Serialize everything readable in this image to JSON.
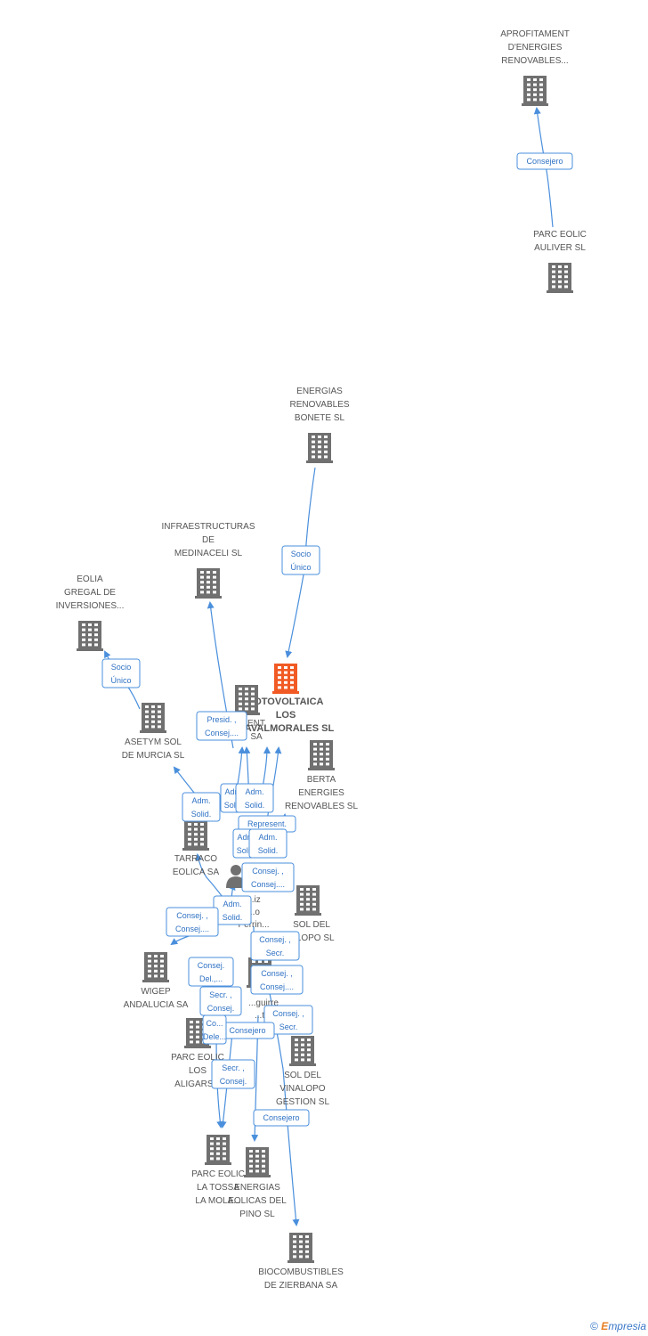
{
  "colors": {
    "building": "#707070",
    "focus": "#f15a24",
    "edge": "#4a8fdc",
    "relation_text": "#2f72c4",
    "label": "#555555"
  },
  "nodes": [
    {
      "id": "aprofitament",
      "kind": "company",
      "lines": [
        "APROFITAMENT",
        "D'ENERGIES",
        "RENOVABLES..."
      ]
    },
    {
      "id": "parc_auliver",
      "kind": "company",
      "lines": [
        "PARC EOLIC",
        "AULIVER SL"
      ]
    },
    {
      "id": "bonete",
      "kind": "company",
      "lines": [
        "ENERGIAS",
        "RENOVABLES",
        "BONETE  SL"
      ]
    },
    {
      "id": "medinaceli",
      "kind": "company",
      "lines": [
        "INFRAESTRUCTURAS",
        "DE",
        "MEDINACELI SL"
      ]
    },
    {
      "id": "eolia",
      "kind": "company",
      "lines": [
        "EOLIA",
        "GREGAL DE",
        "INVERSIONES..."
      ]
    },
    {
      "id": "fotovoltaica",
      "kind": "focus",
      "lines": [
        "FOTOVOLTAICA",
        "LOS",
        "NAVALMORALES SL"
      ]
    },
    {
      "id": "hidden_a",
      "kind": "company",
      "lines": [
        "ENT",
        "SA"
      ]
    },
    {
      "id": "asetym",
      "kind": "company",
      "lines": [
        "ASETYM SOL",
        "DE MURCIA SL"
      ]
    },
    {
      "id": "berta",
      "kind": "company",
      "lines": [
        "BERTA",
        "ENERGIES",
        "RENOVABLES SL"
      ]
    },
    {
      "id": "tarraco",
      "kind": "company",
      "lines": [
        "TARRACO",
        "EOLICA SA"
      ]
    },
    {
      "id": "person",
      "kind": "person",
      "lines": [
        "...iz",
        "...o",
        "Perrin..."
      ]
    },
    {
      "id": "sol_vinalopo",
      "kind": "company",
      "lines": [
        "SOL DEL",
        "...LOPO SL"
      ]
    },
    {
      "id": "wigep",
      "kind": "company",
      "lines": [
        "WIGEP",
        "ANDALUCIA SA"
      ]
    },
    {
      "id": "person2",
      "kind": "company",
      "lines": [
        "...guirre",
        "...tor"
      ]
    },
    {
      "id": "aligars",
      "kind": "company",
      "lines": [
        "PARC EOLIC",
        "LOS",
        "ALIGARS..."
      ]
    },
    {
      "id": "vinalopo_gestion",
      "kind": "company",
      "lines": [
        "SOL DEL",
        "VINALOPO",
        "GESTION SL"
      ]
    },
    {
      "id": "tossa",
      "kind": "company",
      "lines": [
        "PARC EOLIC",
        "LA TOSSA",
        "LA MOLA..."
      ]
    },
    {
      "id": "pino",
      "kind": "company",
      "lines": [
        "ENERGIAS",
        "EOLICAS DEL",
        "PINO SL"
      ]
    },
    {
      "id": "zierbana",
      "kind": "company",
      "lines": [
        "BIOCOMBUSTIBLES",
        "DE ZIERBANA SA"
      ]
    }
  ],
  "relations": [
    {
      "id": "r1",
      "lines": [
        "Consejero"
      ]
    },
    {
      "id": "r2",
      "lines": [
        "Socio",
        "Único"
      ]
    },
    {
      "id": "r3",
      "lines": [
        "Socio",
        "Único"
      ]
    },
    {
      "id": "r4",
      "lines": [
        "Presid. ,",
        "Consej...."
      ]
    },
    {
      "id": "r5",
      "lines": [
        "Adm.",
        "Solid."
      ]
    },
    {
      "id": "r6",
      "lines": [
        "Adm.",
        "Solid."
      ]
    },
    {
      "id": "r7",
      "lines": [
        "Adm.",
        "Solid."
      ]
    },
    {
      "id": "r8",
      "lines": [
        "Represent."
      ]
    },
    {
      "id": "r9",
      "lines": [
        "Adm.",
        "Solid."
      ]
    },
    {
      "id": "r10",
      "lines": [
        "Adm.",
        "Solid."
      ]
    },
    {
      "id": "r11",
      "lines": [
        "Consej. ,",
        "Consej...."
      ]
    },
    {
      "id": "r12",
      "lines": [
        "Adm.",
        "Solid."
      ]
    },
    {
      "id": "r13",
      "lines": [
        "Consej. ,",
        "Consej...."
      ]
    },
    {
      "id": "r14",
      "lines": [
        "Consej. ,",
        "Secr."
      ]
    },
    {
      "id": "r15",
      "lines": [
        "Consej.",
        "Del.,..."
      ]
    },
    {
      "id": "r16",
      "lines": [
        "Consej. ,",
        "Consej...."
      ]
    },
    {
      "id": "r17",
      "lines": [
        "Secr. ,",
        "Consej."
      ]
    },
    {
      "id": "r18",
      "lines": [
        "Consej. ,",
        "Secr."
      ]
    },
    {
      "id": "r19",
      "lines": [
        "Consejero"
      ]
    },
    {
      "id": "r20",
      "lines": [
        "Co...",
        "Dele..."
      ]
    },
    {
      "id": "r21",
      "lines": [
        "Secr. ,",
        "Consej."
      ]
    },
    {
      "id": "r22",
      "lines": [
        "Consejero"
      ]
    }
  ],
  "brand": {
    "copyright": "©",
    "first_letter": "E",
    "rest": "mpresia"
  }
}
